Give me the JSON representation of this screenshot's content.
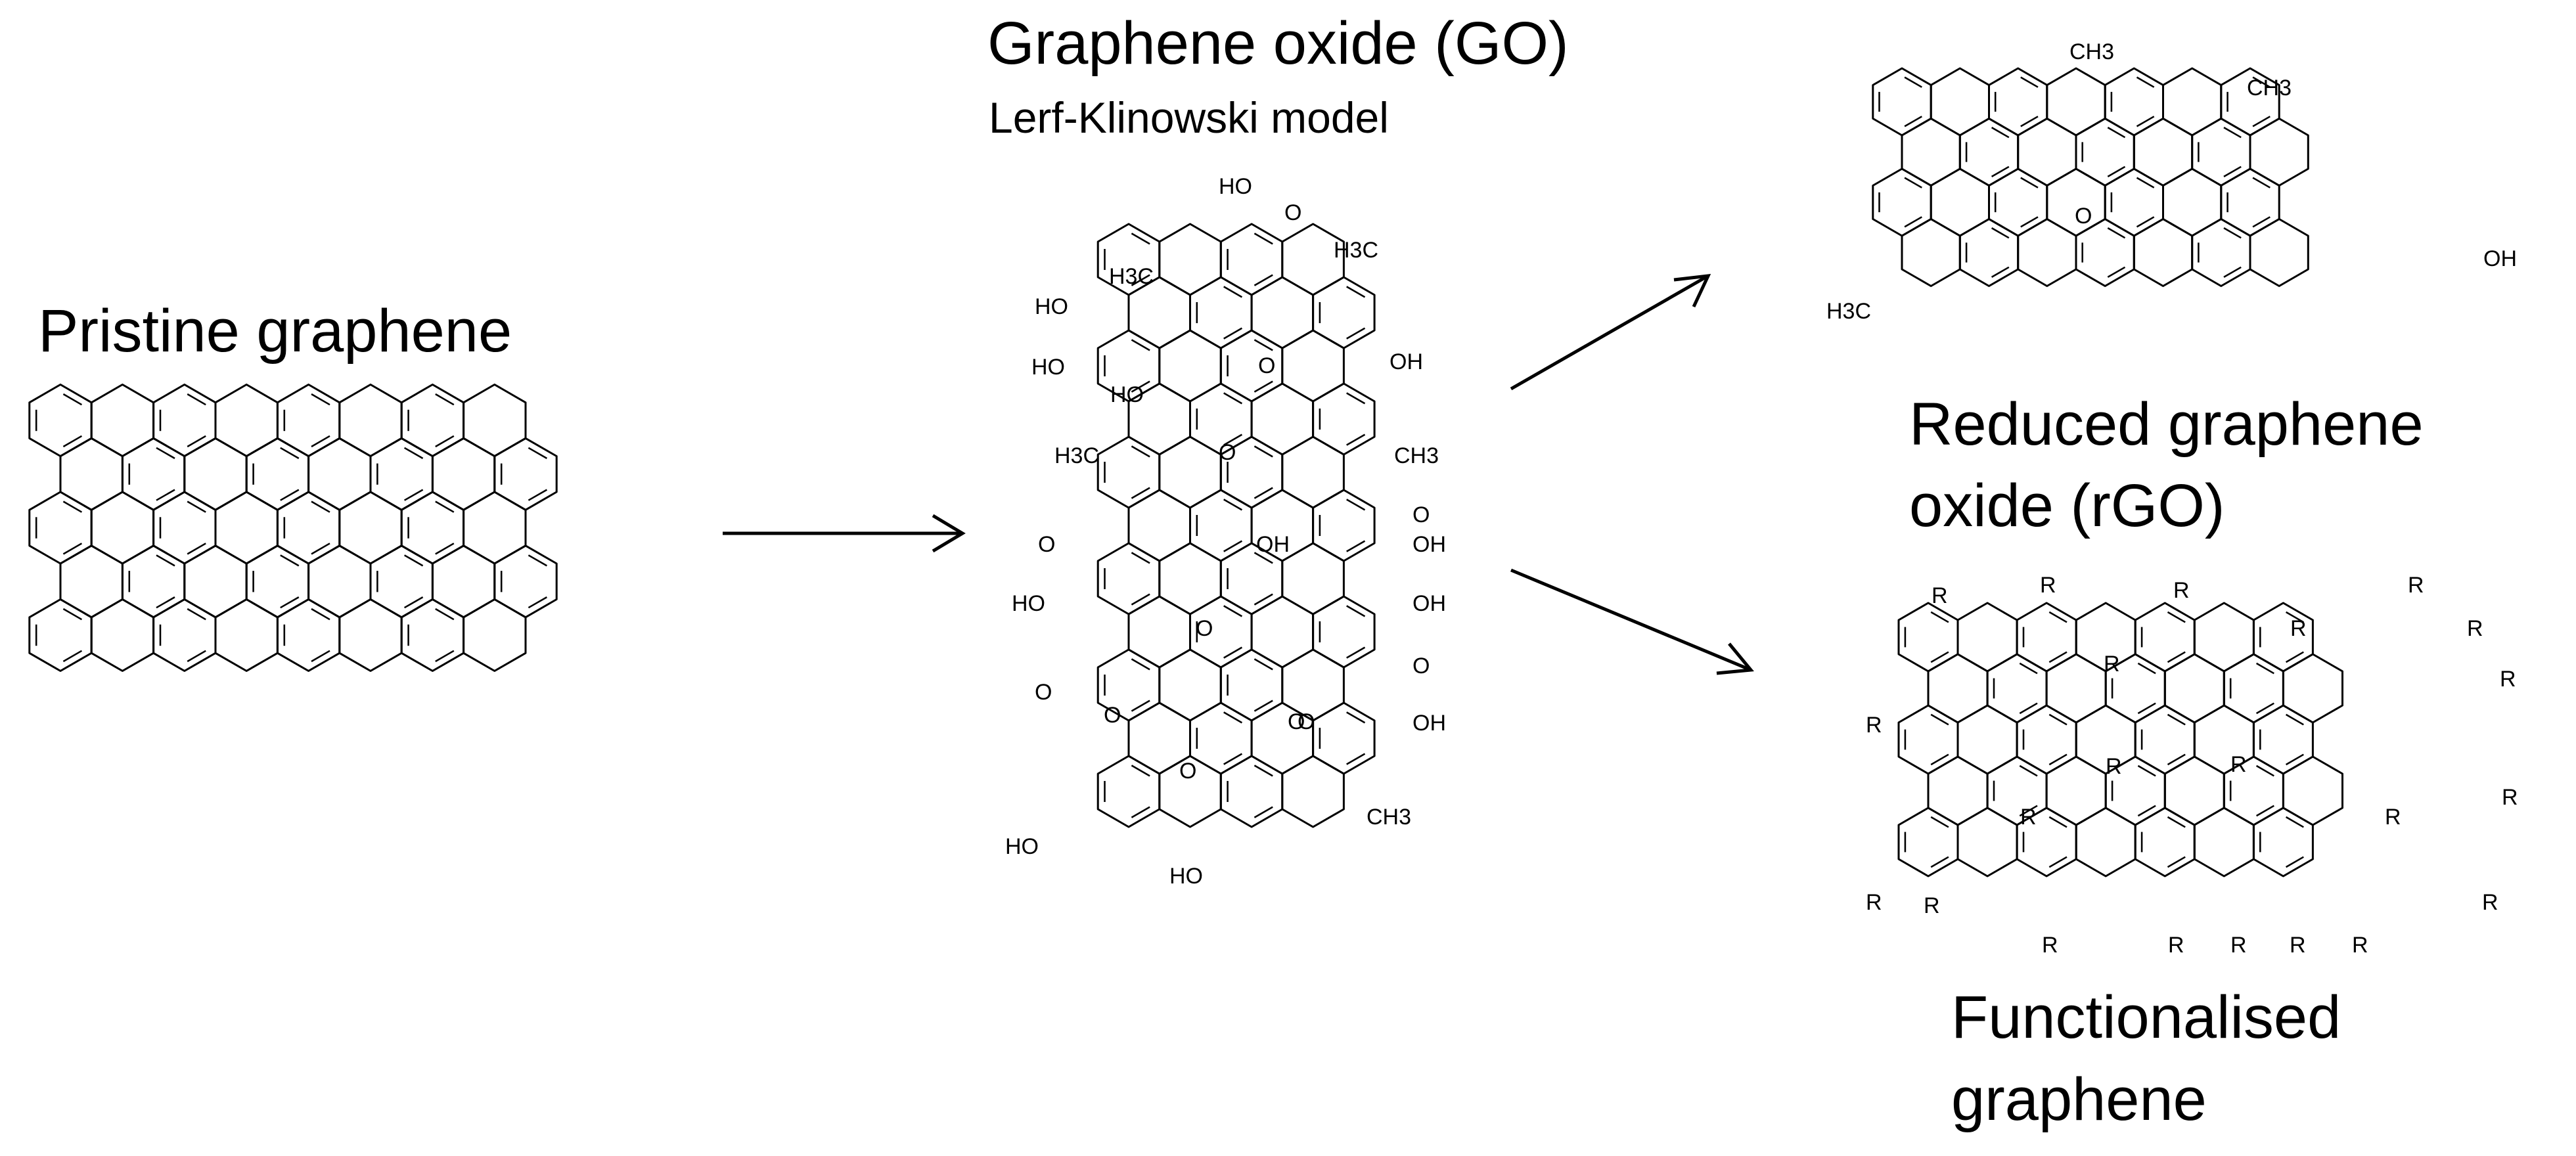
{
  "panels": {
    "pristine": {
      "title": "Pristine graphene"
    },
    "go": {
      "title": "Graphene oxide (GO)",
      "subtitle": "Lerf-Klinowski model",
      "groups": [
        "HO",
        "O",
        "H3C",
        "H3C",
        "HO",
        "HO",
        "HO",
        "O",
        "OH",
        "H3C",
        "O",
        "CH3",
        "O",
        "OH",
        "O",
        "OH",
        "HO",
        "O",
        "OH",
        "O",
        "O",
        "O",
        "O",
        "OH",
        "O",
        "O",
        "CH3",
        "HO",
        "HO"
      ]
    },
    "rgo": {
      "title_line1": "Reduced graphene",
      "title_line2": "oxide (rGO)",
      "groups": [
        "CH3",
        "CH3",
        "O",
        "OH",
        "H3C"
      ]
    },
    "functional": {
      "title_line1": "Functionalised",
      "title_line2": "graphene",
      "group": "R"
    }
  },
  "colors": {
    "ink": "#000000",
    "background": "#ffffff"
  }
}
